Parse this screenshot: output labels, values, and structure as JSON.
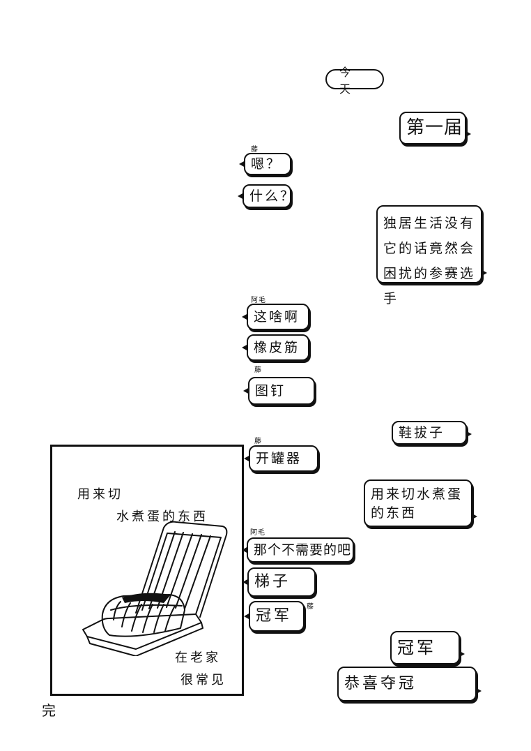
{
  "date_separator": "今 天",
  "messages": {
    "title_right": "第一届",
    "sender_teng_1": "藤",
    "left_1": "嗯？",
    "left_2": "什么？",
    "right_long_1": "独居生活没有",
    "right_long_2": "它的话竟然会",
    "right_long_3": "困扰的参赛选手",
    "sender_amao_1": "阿毛",
    "left_3": "这啥啊",
    "left_4": "橡皮筋",
    "sender_teng_2": "藤",
    "left_5": "图钉",
    "right_2": "鞋拔子",
    "sender_teng_3": "藤",
    "left_6": "开罐器",
    "right_3_line1": "用来切水煮蛋",
    "right_3_line2": "的东西",
    "sender_amao_2": "阿毛",
    "left_7": "那个不需要的吧",
    "left_8": "梯子",
    "left_9": "冠军",
    "sender_teng_4": "藤",
    "right_winner": "冠军",
    "right_congrats": "恭喜夺冠"
  },
  "panel": {
    "caption_line1": "用来切",
    "caption_line2": "水煮蛋的东西",
    "note_line1": "在老家",
    "note_line2": "很常见",
    "illustration": "egg-slicer-drawing"
  },
  "end_mark": "完"
}
